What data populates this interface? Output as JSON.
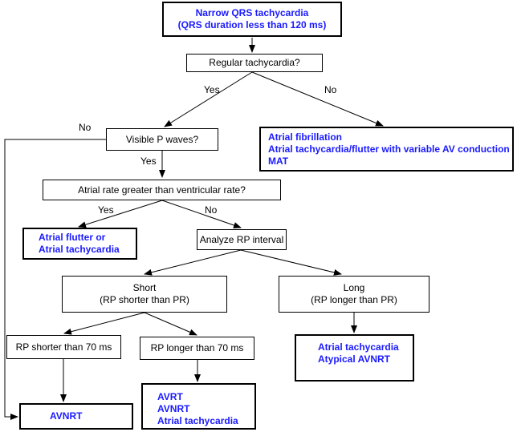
{
  "flowchart": {
    "start": {
      "line1": "Narrow QRS tachycardia",
      "line2": "(QRS duration less than 120 ms)"
    },
    "regular_q": "Regular tachycardia?",
    "visible_p_q": "Visible P waves?",
    "atrial_rate_q": "Atrial rate greater than ventricular rate?",
    "analyze_rp": "Analyze RP interval",
    "short": {
      "line1": "Short",
      "line2": "(RP shorter than PR)"
    },
    "long": {
      "line1": "Long",
      "line2": "(RP longer than PR)"
    },
    "rp_short_70": "RP shorter than 70 ms",
    "rp_long_70": "RP longer than 70 ms",
    "results": {
      "irregular": [
        "Atrial fibrillation",
        "Atrial tachycardia/flutter with variable AV conduction",
        "MAT"
      ],
      "atrial_flutter": [
        "Atrial flutter or",
        "Atrial tachycardia"
      ],
      "long_rp": [
        "Atrial tachycardia",
        "Atypical AVNRT"
      ],
      "rp_long_70": [
        "AVRT",
        "AVNRT",
        "Atrial tachycardia"
      ],
      "avnrt": "AVNRT"
    },
    "edge_labels": {
      "yes": "Yes",
      "no": "No"
    }
  },
  "colors": {
    "result_text": "#1a1aff",
    "line": "#000000"
  }
}
